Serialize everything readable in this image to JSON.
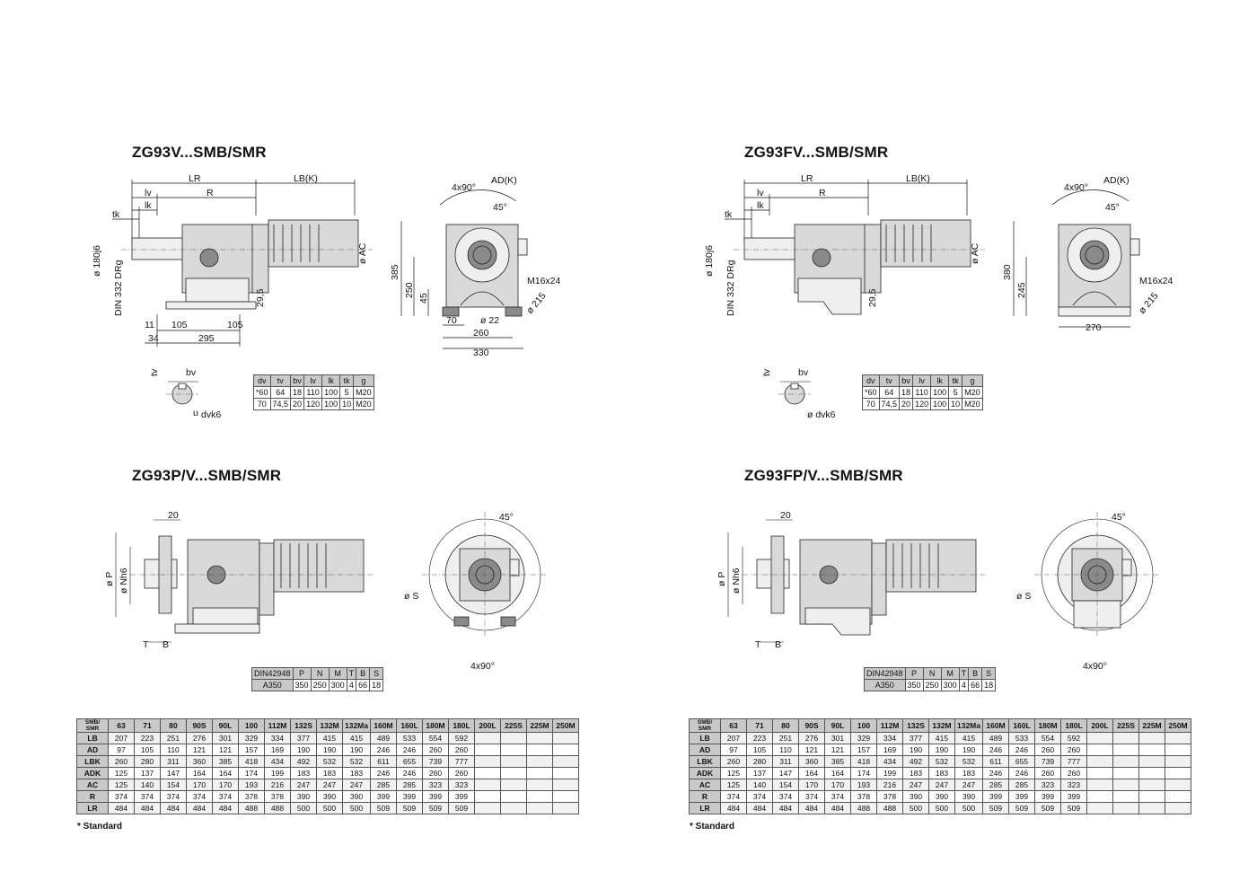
{
  "pages": [
    {
      "titles": {
        "v": "ZG93V...SMB/SMR",
        "pv": "ZG93P/V...SMB/SMR"
      },
      "dims_v": {
        "LR": "LR",
        "lv": "lv",
        "R": "R",
        "LBK": "LB(K)",
        "lk": "lk",
        "tk": "tk",
        "shaft": "ø 180j6",
        "din": "DIN 332 DRg",
        "ac": "ø AC",
        "h29": "29,5",
        "b11": "11",
        "b105a": "105",
        "b105b": "105",
        "b34": "34",
        "b295": "295",
        "ang4x90": "4x90°",
        "adk": "AD(K)",
        "a45": "45°",
        "h1": "385",
        "h2": "250",
        "h3": "45",
        "m16": "M16x24",
        "d215": "ø 215",
        "w1": "70",
        "d22": "ø 22",
        "w2": "260",
        "w3": "330"
      },
      "dims_p": {
        "d20": "20",
        "dp": "ø P",
        "dn": "ø Nh6",
        "t": "T",
        "b": "B",
        "ds": "ø S",
        "a45": "45°",
        "ang4x90": "4x90°"
      },
      "key": {
        "tv": "tv",
        "bv": "bv",
        "u": "u",
        "dvk": "dvk6"
      },
      "key_table": {
        "headers": [
          "dv",
          "tv",
          "bv",
          "lv",
          "lk",
          "tk",
          "g"
        ],
        "rows": [
          [
            "*60",
            "64",
            "18",
            "110",
            "100",
            "5",
            "M20"
          ],
          [
            "70",
            "74,5",
            "20",
            "120",
            "100",
            "10",
            "M20"
          ]
        ]
      },
      "flange_table": {
        "headers": [
          "DIN42948",
          "P",
          "N",
          "M",
          "T",
          "B",
          "S"
        ],
        "rows": [
          [
            "A350",
            "350",
            "250",
            "300",
            "4",
            "66",
            "18"
          ]
        ]
      },
      "note": "* Standard"
    },
    {
      "titles": {
        "v": "ZG93FV...SMB/SMR",
        "pv": "ZG93FP/V...SMB/SMR"
      },
      "dims_v": {
        "LR": "LR",
        "lv": "lv",
        "R": "R",
        "LBK": "LB(K)",
        "lk": "lk",
        "tk": "tk",
        "shaft": "ø 180j6",
        "din": "DIN 332 DRg",
        "ac": "ø AC",
        "h29": "29,5",
        "ang4x90": "4x90°",
        "adk": "AD(K)",
        "a45": "45°",
        "h1": "380",
        "h2": "245",
        "m16": "M16x24",
        "d215": "ø 215",
        "w1": "270"
      },
      "dims_p": {
        "d20": "20",
        "dp": "ø P",
        "dn": "ø Nh6",
        "t": "T",
        "b": "B",
        "ds": "ø S",
        "a45": "45°",
        "ang4x90": "4x90°"
      },
      "key": {
        "tv": "tv",
        "bv": "bv",
        "dvk": "ø dvk6"
      },
      "key_table": {
        "headers": [
          "dv",
          "tv",
          "bv",
          "lv",
          "lk",
          "tk",
          "g"
        ],
        "rows": [
          [
            "*60",
            "64",
            "18",
            "110",
            "100",
            "5",
            "M20"
          ],
          [
            "70",
            "74,5",
            "20",
            "120",
            "100",
            "10",
            "M20"
          ]
        ]
      },
      "flange_table": {
        "headers": [
          "DIN42948",
          "P",
          "N",
          "M",
          "T",
          "B",
          "S"
        ],
        "rows": [
          [
            "A350",
            "350",
            "250",
            "300",
            "4",
            "66",
            "18"
          ]
        ]
      },
      "note": "* Standard"
    }
  ],
  "motor_table": {
    "corner": [
      "SMB/",
      "SMR"
    ],
    "headers": [
      "63",
      "71",
      "80",
      "90S",
      "90L",
      "100",
      "112M",
      "132S",
      "132M",
      "132Ma",
      "160M",
      "160L",
      "180M",
      "180L",
      "200L",
      "225S",
      "225M",
      "250M"
    ],
    "rows": [
      {
        "label": "LB",
        "values": [
          "207",
          "223",
          "251",
          "276",
          "301",
          "329",
          "334",
          "377",
          "415",
          "415",
          "489",
          "533",
          "554",
          "592",
          "",
          "",
          "",
          ""
        ]
      },
      {
        "label": "AD",
        "values": [
          "97",
          "105",
          "110",
          "121",
          "121",
          "157",
          "169",
          "190",
          "190",
          "190",
          "246",
          "246",
          "260",
          "260",
          "",
          "",
          "",
          ""
        ]
      },
      {
        "label": "LBK",
        "values": [
          "260",
          "280",
          "311",
          "360",
          "385",
          "418",
          "434",
          "492",
          "532",
          "532",
          "611",
          "655",
          "739",
          "777",
          "",
          "",
          "",
          ""
        ]
      },
      {
        "label": "ADK",
        "values": [
          "125",
          "137",
          "147",
          "164",
          "164",
          "174",
          "199",
          "183",
          "183",
          "183",
          "246",
          "246",
          "260",
          "260",
          "",
          "",
          "",
          ""
        ]
      },
      {
        "label": "AC",
        "values": [
          "125",
          "140",
          "154",
          "170",
          "170",
          "193",
          "216",
          "247",
          "247",
          "247",
          "285",
          "285",
          "323",
          "323",
          "",
          "",
          "",
          ""
        ]
      },
      {
        "label": "R",
        "values": [
          "374",
          "374",
          "374",
          "374",
          "374",
          "378",
          "378",
          "390",
          "390",
          "390",
          "399",
          "399",
          "399",
          "399",
          "",
          "",
          "",
          ""
        ]
      },
      {
        "label": "LR",
        "values": [
          "484",
          "484",
          "484",
          "484",
          "484",
          "488",
          "488",
          "500",
          "500",
          "500",
          "509",
          "509",
          "509",
          "509",
          "",
          "",
          "",
          ""
        ]
      }
    ]
  }
}
